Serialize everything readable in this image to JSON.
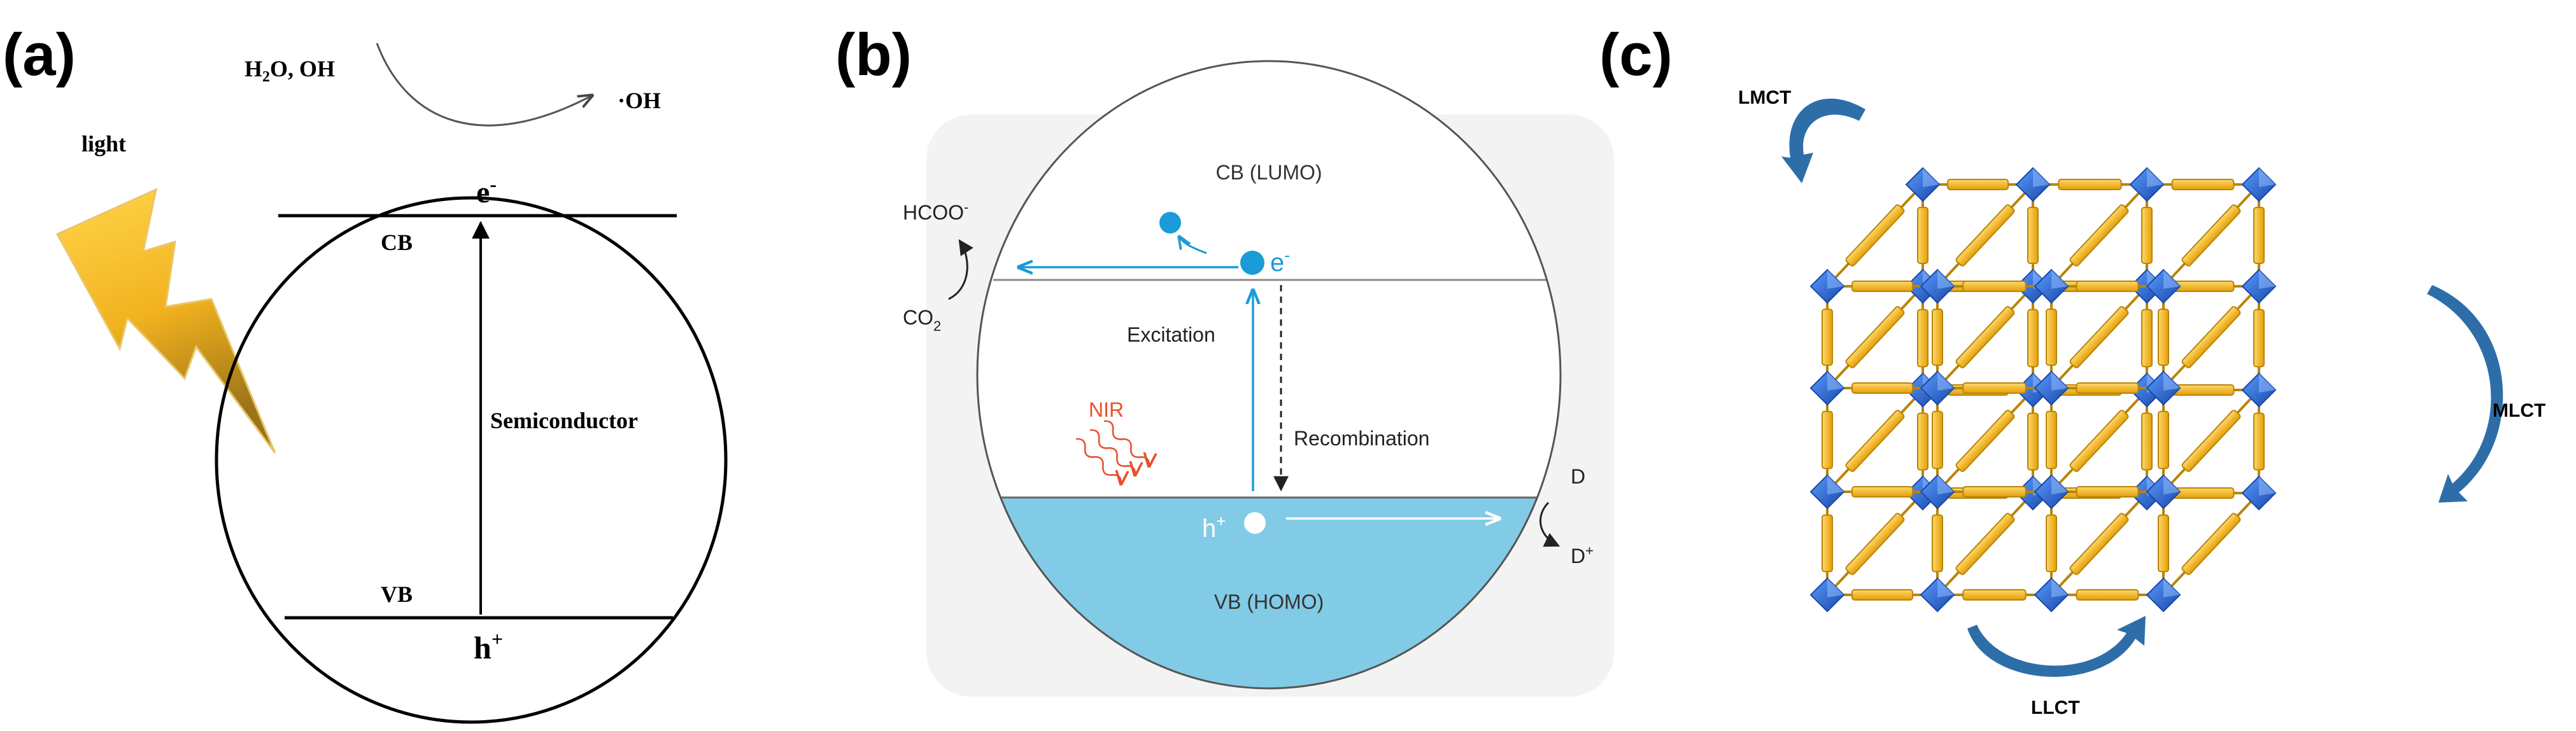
{
  "panels": {
    "a": {
      "label": "(a)",
      "light": "light",
      "reactant_1": "H",
      "reactant_1_sub": "2",
      "reactant_2": "O, OH",
      "product": "·OH",
      "electron": "e",
      "electron_sup": "-",
      "cb": "CB",
      "vb": "VB",
      "semiconductor": "Semiconductor",
      "hole": "h",
      "hole_sup": "+"
    },
    "b": {
      "label": "(b)",
      "cb_label": "CB (LUMO)",
      "vb_label": "VB (HOMO)",
      "hcoo": "HCOO",
      "hcoo_sup": "-",
      "co2": "CO",
      "co2_sub": "2",
      "electron": "e",
      "electron_sup": "-",
      "excitation": "Excitation",
      "recombination": "Recombination",
      "nir": "NIR",
      "hole": "h",
      "hole_sup": "+",
      "donor": "D",
      "donor_oxidized": "D",
      "donor_oxidized_sup": "+"
    },
    "c": {
      "label": "(c)",
      "lmct": "LMCT",
      "mlct": "MLCT",
      "llct": "LLCT"
    }
  },
  "colors": {
    "black": "#000000",
    "lightning_top": "#ffd64a",
    "lightning_bottom": "#9c7418",
    "b_blue": "#1b9bd7",
    "b_vb_fill": "#82cbe6",
    "nir_red": "#e8502c",
    "node_blue": "#2b6fd6",
    "node_blue_dark": "#1848a8",
    "linker_gold": "#f2b51e",
    "linker_edge": "#b98508",
    "ct_arrow": "#2d6ea8"
  },
  "icons": {
    "lightning": "lightning-bolt-icon",
    "node": "octahedral-metal-node-icon",
    "linker": "organic-linker-icon"
  }
}
